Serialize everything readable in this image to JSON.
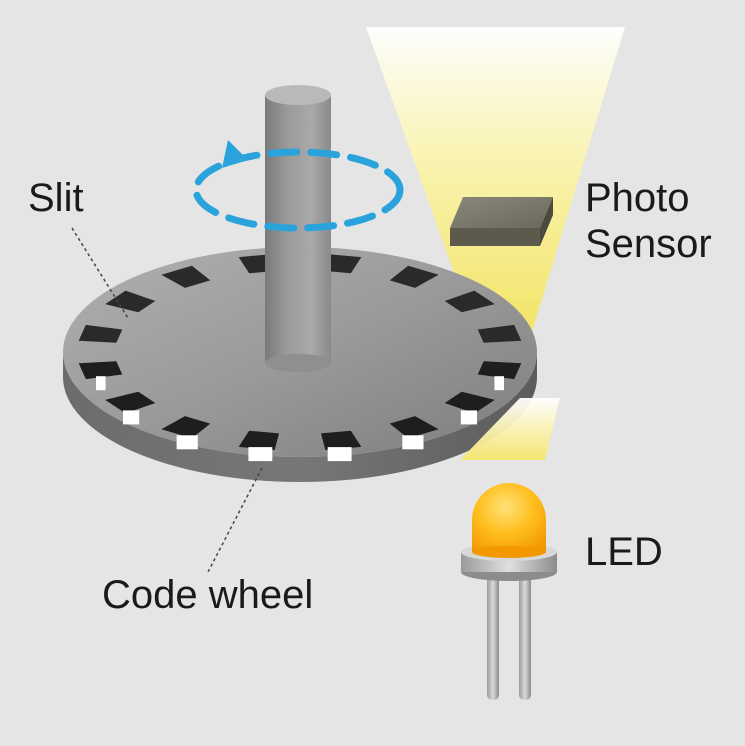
{
  "labels": {
    "slit": "Slit",
    "photo_sensor_line1": "Photo",
    "photo_sensor_line2": "Sensor",
    "led": "LED",
    "code_wheel": "Code wheel"
  },
  "colors": {
    "background": "#e5e5e5",
    "rotation_arrow": "#2aa3dc",
    "light_beam": "#fff7a8",
    "led_body": "#ffb100",
    "wheel": "#8c8c8c",
    "sensor": "#6e6c5c"
  },
  "icons": {
    "rotation": "dashed-circular-arrow-icon",
    "led": "led-icon",
    "sensor": "photo-sensor-icon"
  },
  "wheel": {
    "slit_count": 16
  }
}
